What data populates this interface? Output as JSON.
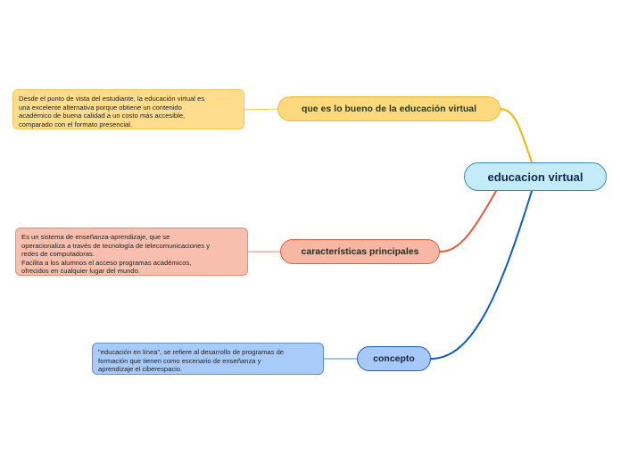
{
  "central": {
    "label": "educacion virtual"
  },
  "topics": [
    {
      "label": "que es lo bueno de la educación virtual",
      "note": "Desde el punto de vista del estudiante, la educación virtual es\nuna excelente alternativa porque obtiene un contenido\nacadémico de buena calidad a un costo más accesible,\ncomparado con el formato presencial."
    },
    {
      "label": "características principales",
      "note": "Es un sistema de enseñanza-aprendizaje, que se\noperacionaliza a través de tecnología de telecomunicaciones y\nredes de computadoras.\nFacilita a los alumnos el acceso programas académicos,\nofrecidos en cualquier lugar del mundo."
    },
    {
      "label": "concepto",
      "note": "\"educación en línea\", se refiere al desarrollo de programas de\nformación que tienen como escenario de enseñanza y\naprendizaje el ciberespacio."
    }
  ],
  "colors": {
    "topic1": "#f5b400",
    "topic2": "#e8583a",
    "topic3": "#0b5cc4"
  }
}
